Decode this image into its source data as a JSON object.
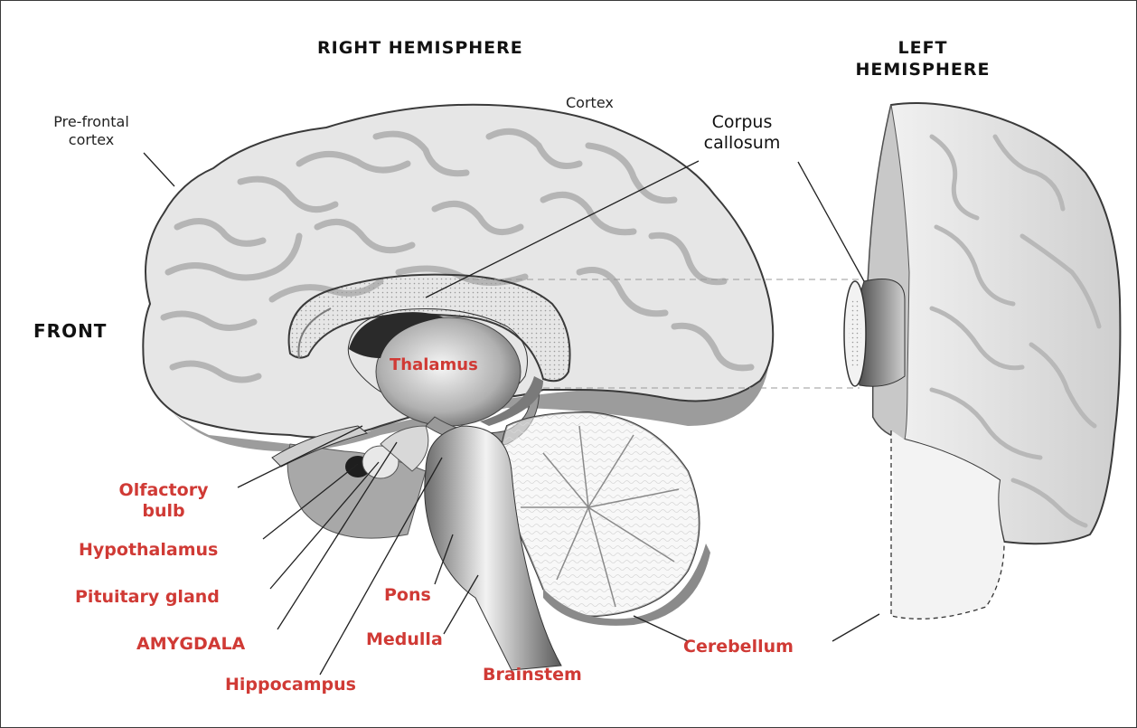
{
  "labels": {
    "right_hemisphere": "RIGHT HEMISPHERE",
    "left_hemisphere": "LEFT HEMISPHERE",
    "front": "FRONT",
    "prefrontal_cortex": "Pre-frontal cortex",
    "cortex": "Cortex",
    "corpus_callosum": "Corpus callosum",
    "thalamus": "Thalamus",
    "olfactory_bulb": "Olfactory bulb",
    "hypothalamus": "Hypothalamus",
    "pituitary_gland": "Pituitary gland",
    "amygdala": "AMYGDALA",
    "hippocampus": "Hippocampus",
    "pons": "Pons",
    "medulla": "Medulla",
    "brainstem": "Brainstem",
    "cerebellum": "Cerebellum"
  },
  "colors": {
    "label_red": "#d03a35",
    "label_black": "#111111",
    "brain_fill": "#e8e8e8",
    "sulcus": "#b8b8b8",
    "outline": "#333333"
  }
}
